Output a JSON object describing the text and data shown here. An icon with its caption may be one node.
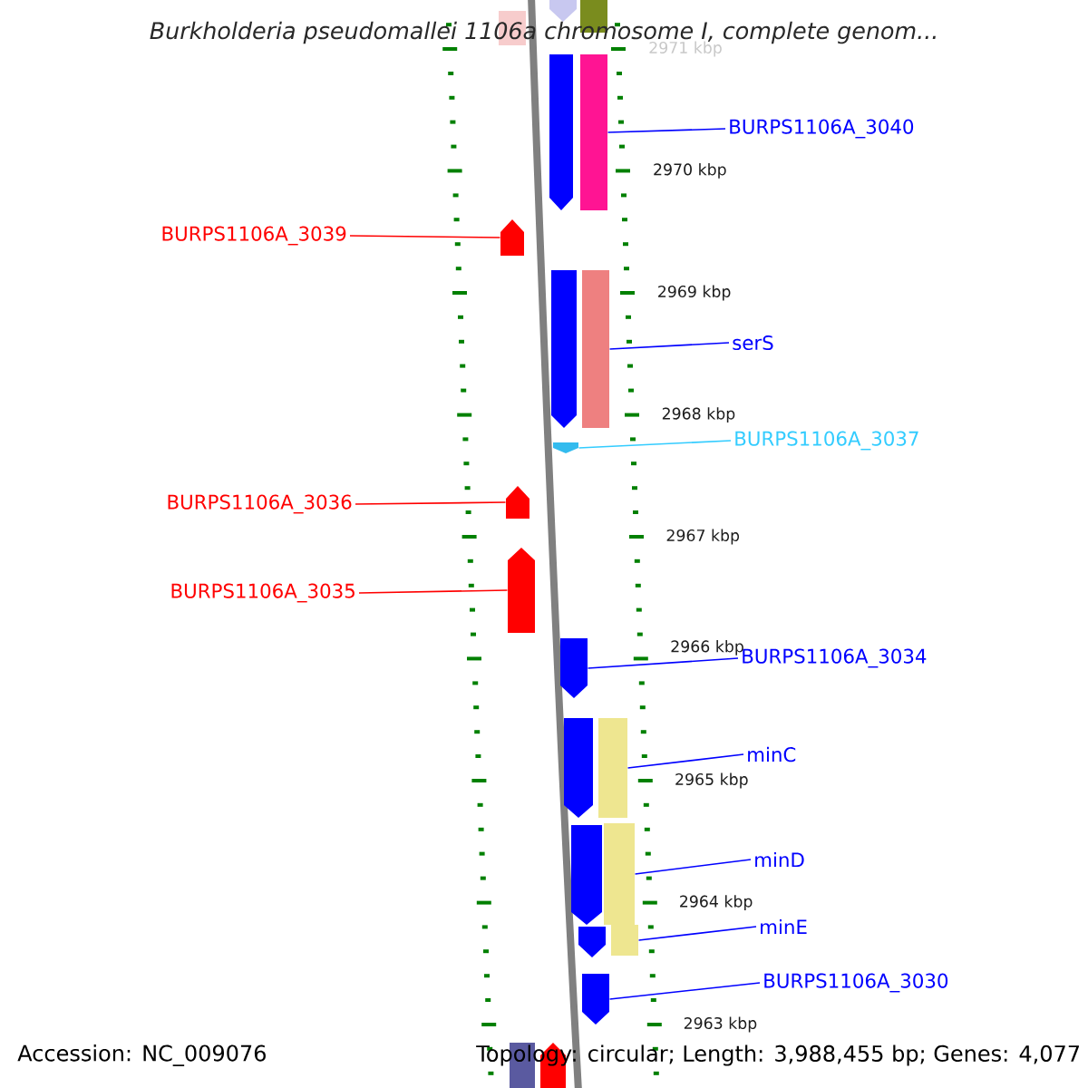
{
  "diagram": {
    "title": "Burkholderia pseudomallei 1106a chromosome I, complete genom...",
    "nodes": [
      {
        "text": [],
        "shape": "bar"
      },
      {
        "text": [],
        "shape": "bar"
      },
      {
        "text": [],
        "shape": "bar"
      },
      {
        "text": [],
        "shape": "bar"
      },
      {
        "text": [],
        "shape": "bar"
      },
      {
        "text": [
          "BURPS1106A_3040"
        ]
      },
      {
        "text": [
          "BURPS1106A_3039"
        ]
      },
      {
        "text": [],
        "shape": "bar"
      },
      {
        "text": [],
        "shape": "bar"
      },
      {
        "text": [],
        "shape": "bar"
      },
      {
        "text": [
          "serS"
        ]
      },
      {
        "text": [],
        "shape": "bar"
      },
      {
        "text": [
          "BURPS1106A_3037"
        ]
      },
      {
        "text": [
          "BURPS1106A_3036"
        ]
      },
      {
        "text": [],
        "shape": "bar"
      },
      {
        "text": [
          "BURPS1106A_3035"
        ]
      },
      {
        "text": [],
        "shape": "bar"
      },
      {
        "text": [],
        "shape": "bar"
      },
      {
        "text": [
          "BURPS1106A_3034"
        ]
      },
      {
        "text": [],
        "shape": "bar"
      },
      {
        "text": [],
        "shape": "bar"
      },
      {
        "text": [
          "minC"
        ]
      },
      {
        "text": [],
        "shape": "bar"
      },
      {
        "text": [],
        "shape": "bar"
      },
      {
        "text": [
          "minD"
        ]
      },
      {
        "text": [],
        "shape": "bar"
      },
      {
        "text": [],
        "shape": "bar"
      },
      {
        "text": [
          "minE"
        ]
      },
      {
        "text": [],
        "shape": "bar"
      },
      {
        "text": [
          "BURPS1106A_3030"
        ]
      },
      {
        "text": [],
        "shape": "bar"
      },
      {
        "text": [],
        "shape": "bar"
      }
    ],
    "edges": [
      {
        "from": 5,
        "to": 4,
        "arrow": "none"
      },
      {
        "from": 6,
        "to": 7,
        "arrow": "none",
        "color": "#ff0000"
      },
      {
        "from": 10,
        "to": 9,
        "arrow": "none"
      },
      {
        "from": 12,
        "to": 11,
        "arrow": "none",
        "color": "#33ccff"
      },
      {
        "from": 13,
        "to": 14,
        "arrow": "none",
        "color": "#ff0000"
      },
      {
        "from": 15,
        "to": 16,
        "arrow": "none",
        "color": "#ff0000"
      },
      {
        "from": 18,
        "to": 17,
        "arrow": "none"
      },
      {
        "from": 21,
        "to": 20,
        "arrow": "none"
      },
      {
        "from": 24,
        "to": 23,
        "arrow": "none"
      },
      {
        "from": 27,
        "to": 26,
        "arrow": "none"
      },
      {
        "from": 29,
        "to": 28,
        "arrow": "none"
      }
    ],
    "labels": [
      "2971 kbp",
      "2970 kbp",
      "2969 kbp",
      "2968 kbp",
      "2967 kbp",
      "2966 kbp",
      "2965 kbp",
      "2964 kbp",
      "2963 kbp",
      "Accession: NC_009076",
      "Topology: circular; Length: 3,988,455 bp; Genes: 4,077"
    ]
  }
}
